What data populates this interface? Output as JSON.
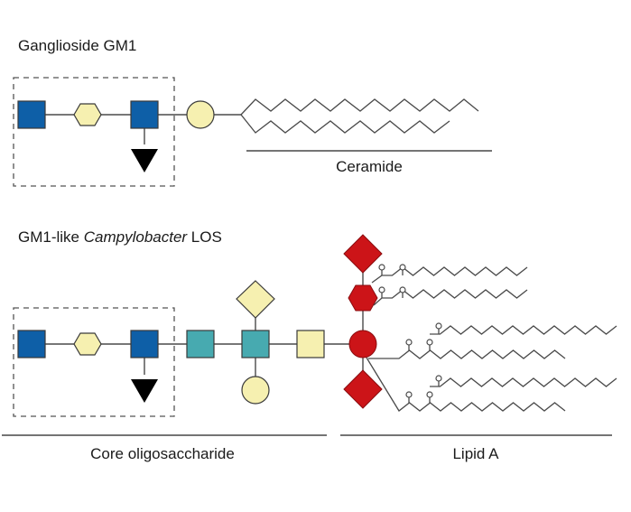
{
  "panels": {
    "gm1": {
      "title": "Ganglioside GM1",
      "region_label": "Ceramide"
    },
    "los": {
      "title_prefix": "GM1-like ",
      "title_italic": "Campylobacter",
      "title_suffix": " LOS",
      "region_labels": {
        "core": "Core oligosaccharide",
        "lipid": "Lipid A"
      }
    }
  },
  "colors": {
    "blue_square": "#0e5fa7",
    "yellow": "#f6f0b0",
    "teal_square": "#47aab0",
    "red": "#cc1418",
    "black_triangle": "#000000"
  },
  "glycan_symbols": {
    "gm1_chain": [
      "blue-square",
      "yellow-hexagon",
      "blue-square",
      "black-triangle-branch",
      "yellow-circle"
    ],
    "los_chain": [
      "blue-square",
      "yellow-hexagon",
      "blue-square",
      "black-triangle-branch",
      "teal-square",
      "teal-square",
      "yellow-diamond-branch",
      "yellow-circle-branch",
      "yellow-square",
      "red-circle",
      "red-hexagon",
      "red-diamond-top",
      "red-diamond-bottom"
    ]
  }
}
